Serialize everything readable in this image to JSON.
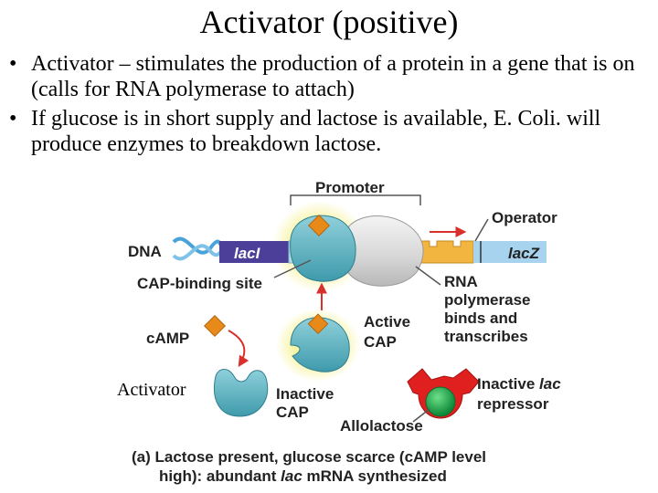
{
  "slide": {
    "title": "Activator (positive)",
    "bullets": [
      "Activator – stimulates the production of a protein in a gene that is on (calls for RNA polymerase to attach)",
      "If glucose is in short supply and lactose is available, E. Coli. will produce enzymes to breakdown lactose."
    ],
    "bullet_glyph": "•",
    "activator_label": "Activator"
  },
  "diagram": {
    "promoter": "Promoter",
    "operator": "Operator",
    "dna": "DNA",
    "lacI": "lacI",
    "lacZ": "lacZ",
    "cap_binding_site": "CAP-binding site",
    "rna_pol": [
      "RNA",
      "polymerase",
      "binds and",
      "transcribes"
    ],
    "active_cap": [
      "Active",
      "CAP"
    ],
    "camp": "cAMP",
    "inactive_cap": [
      "Inactive",
      "CAP"
    ],
    "inactive_repressor_prefix": "Inactive ",
    "inactive_repressor_italic": "lac",
    "inactive_repressor_line2": "repressor",
    "allolactose": "Allolactose",
    "caption_line1": "(a)  Lactose present, glucose scarce (cAMP level",
    "caption_line2_pre": "high): abundant ",
    "caption_line2_italic": "lac",
    "caption_line2_post": " mRNA synthesized",
    "colors": {
      "dna_blue": "#4aa3d8",
      "laci_purple": "#4b3f9a",
      "cap_teal": "#5ab3c2",
      "camp_orange": "#e88a1a",
      "repressor_red": "#e0201f",
      "allolactose_green": "#1aa34a",
      "glow_yellow": "#f6f29a",
      "operator_orange": "#f2b540",
      "lacz_blue": "#a7d3ef",
      "arrow_red": "#d8312b"
    }
  }
}
